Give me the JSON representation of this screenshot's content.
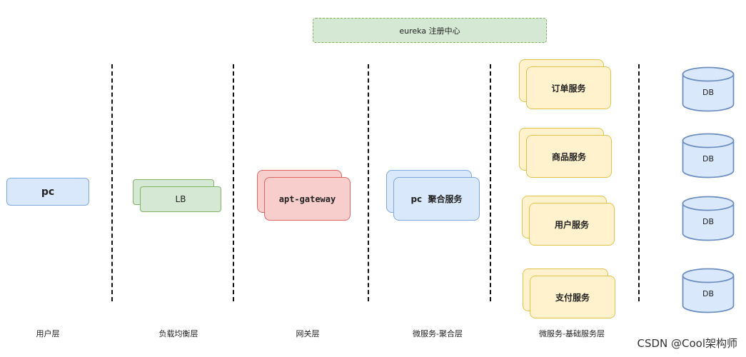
{
  "registry": {
    "label": "eureka 注册中心"
  },
  "nodes": {
    "pc": "pc",
    "lb": "LB",
    "gateway": "apt-gateway",
    "aggregate": "pc  聚合服务",
    "services": [
      "订单服务",
      "商品服务",
      "用户服务",
      "支付服务"
    ],
    "dbs": [
      "DB",
      "DB",
      "DB",
      "DB"
    ]
  },
  "layers": [
    "用户层",
    "负载均衡层",
    "网关层",
    "微服务-聚合层",
    "微服务-基础服务层"
  ],
  "watermark": "CSDN @Cool架构师",
  "colors": {
    "blue_fill": "#dae8fc",
    "blue_stroke": "#7ea6e0",
    "green_fill": "#d5e8d4",
    "green_stroke": "#82b366",
    "red_fill": "#f8cecc",
    "red_stroke": "#e06666",
    "yellow_fill": "#fff2cc",
    "yellow_stroke": "#e3c24a"
  }
}
